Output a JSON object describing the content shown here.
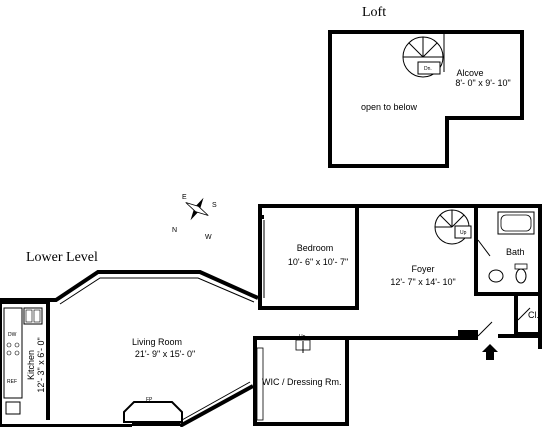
{
  "titles": {
    "loft": "Loft",
    "lower_level": "Lower Level"
  },
  "compass": {
    "n": "N",
    "e": "E",
    "s": "S",
    "w": "W"
  },
  "rooms": {
    "alcove": {
      "name": "Alcove",
      "dims": "8'- 0\" x 9'- 10\""
    },
    "open_below": {
      "name": "open to below"
    },
    "loft_dn": {
      "name": "Dn."
    },
    "bedroom": {
      "name": "Bedroom",
      "dims": "10'- 6\" x 10'- 7\""
    },
    "foyer": {
      "name": "Foyer",
      "dims": "12'- 7\" x 14'- 10\""
    },
    "foyer_up": {
      "name": "Up"
    },
    "bath": {
      "name": "Bath"
    },
    "closet": {
      "name": "Cl."
    },
    "living": {
      "name": "Living Room",
      "dims": "21'- 9\" x 15'- 0\""
    },
    "kitchen": {
      "name": "Kitchen",
      "dims": "12'- 3\" x 6'- 0\""
    },
    "wic": {
      "name": "WIC / Dressing Rm."
    },
    "wic_up": {
      "name": "Up"
    },
    "fireplace": {
      "name": "FP"
    }
  },
  "appliances": {
    "dw": "DW",
    "ref": "REF"
  }
}
